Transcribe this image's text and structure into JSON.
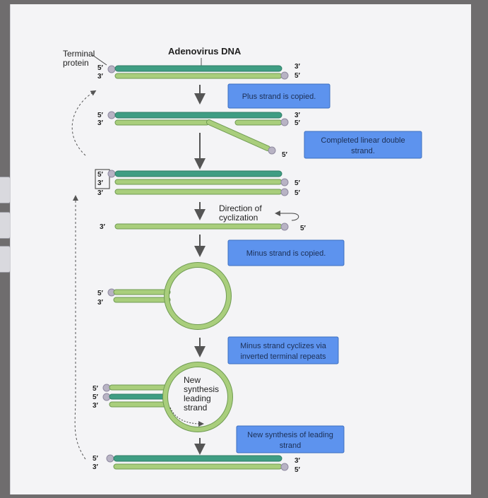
{
  "labels": {
    "terminal_protein": [
      "Terminal",
      "protein"
    ],
    "title": "Adenovirus DNA",
    "direction": [
      "Direction of",
      "cyclization"
    ],
    "new_synthesis": [
      "New",
      "synthesis",
      "leading",
      "strand"
    ]
  },
  "ends": {
    "five": "5′",
    "three": "3′"
  },
  "boxes": {
    "plus_copied": [
      "Plus strand is copied."
    ],
    "completed": [
      "Completed linear double",
      "strand."
    ],
    "minus_copied": [
      "Minus strand is copied."
    ],
    "cyclizes": [
      "Minus strand cyclizes via",
      "inverted terminal repeats"
    ],
    "leading": [
      "New synthesis of leading",
      "strand"
    ]
  },
  "colors": {
    "dark_strand": "#3f9d83",
    "light_strand": "#a9ce7c",
    "strand_outline": "#6f9b52",
    "box_fill": "#5d93ee",
    "protein": "#b8b3c4"
  }
}
